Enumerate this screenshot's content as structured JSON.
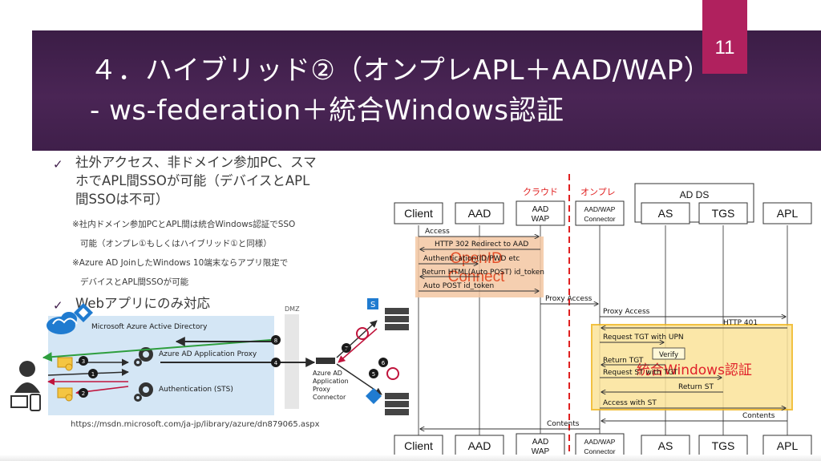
{
  "slide": {
    "title_line1": "４．ハイブリッド②（オンプレAPL＋AAD/WAP）",
    "title_line2": "- ws-federation＋統合Windows認証",
    "page_number": "11",
    "bullet1": [
      "社外アクセス、非ドメイン参加PC、スマ",
      "ホでAPL間SSOが可能（デバイスとAPL",
      "間SSOは不可）"
    ],
    "notes": [
      "※社内ドメイン参加PCとAPL間は統合Windows認証でSSO",
      "可能（オンプレ①もしくはハイブリッド①と同様）",
      "※Azure AD JoinしたWindows 10端末ならアプリ限定で",
      "デバイスとAPL間SSOが可能"
    ],
    "bullet2": "Webアプリにのみ対応",
    "url": "https://msdn.microsoft.com/ja-jp/library/azure/dn879065.aspx"
  },
  "left_diagram": {
    "azure_ad": "Microsoft Azure Active Directory",
    "app_proxy": "Azure AD Application Proxy",
    "auth_sts": "Authentication (STS)",
    "dmz": "DMZ",
    "connector": [
      "Azure AD",
      "Application",
      "Proxy",
      "Connector"
    ],
    "steps": [
      "1",
      "2",
      "3",
      "4",
      "5",
      "6",
      "7",
      "8"
    ],
    "colors": {
      "cloud_bg": "#d4e6f5",
      "arrow_dark": "#2b2b2b",
      "arrow_red": "#c0143c",
      "arrow_green": "#2e9e3e",
      "azure_blue": "#1f7bd0",
      "cert_red": "#c0143c"
    }
  },
  "sequence": {
    "zone_cloud": "クラウド",
    "zone_onprem": "オンプレ",
    "ad_ds": "AD DS",
    "actors": [
      {
        "lines": [
          "Client"
        ]
      },
      {
        "lines": [
          "AAD"
        ]
      },
      {
        "lines": [
          "AAD",
          "WAP"
        ]
      },
      {
        "lines": [
          "AAD/WAP",
          "Connector"
        ]
      },
      {
        "lines": [
          "AS"
        ]
      },
      {
        "lines": [
          "TGS"
        ]
      },
      {
        "lines": [
          "APL"
        ]
      }
    ],
    "messages": {
      "access": "Access",
      "redirect": "HTTP 302 Redirect to AAD",
      "auth": "Authentication(ID/PWD etc",
      "return_html": "Return HTML(Auto POST) id_token",
      "auto_post": "Auto POST id_token",
      "proxy_access1": "Proxy Access",
      "proxy_access2": "Proxy Access",
      "http401": "HTTP 401",
      "req_tgt": "Request TGT with UPN",
      "verify": "Verify",
      "return_tgt": "Return TGT",
      "req_st": "Request ST with TGT",
      "return_st": "Return ST",
      "access_st": "Access with ST",
      "contents1": "Contents",
      "contents2": "Contents"
    },
    "overlays": {
      "openid": [
        "OpenID",
        "Connect"
      ],
      "windows_auth": "統合Windows認証"
    },
    "colors": {
      "divider": "#e02020",
      "zone_label": "#e02020",
      "orange_box": "#f3c7a2",
      "orange_text": "#e4502a",
      "yellow_box": "#fbe39a",
      "yellow_border": "#f0b722",
      "yellow_text": "#e0202a"
    }
  }
}
